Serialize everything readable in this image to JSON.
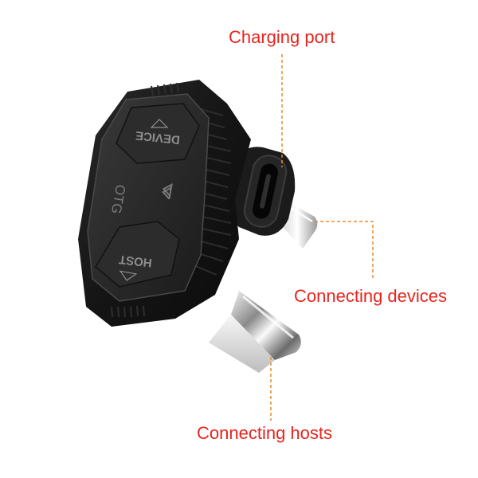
{
  "colors": {
    "label_red": "#e8241c",
    "leader_orange": "#e88a2a",
    "body_black": "#141414"
  },
  "callouts": {
    "charging_port": "Charging port",
    "connecting_devices": "Connecting devices",
    "connecting_hosts": "Connecting hosts"
  },
  "device": {
    "button_device": "DEVICE",
    "button_host": "HOST",
    "mode_label": "OTG",
    "bluetooth_icon": "bluetooth-icon"
  }
}
